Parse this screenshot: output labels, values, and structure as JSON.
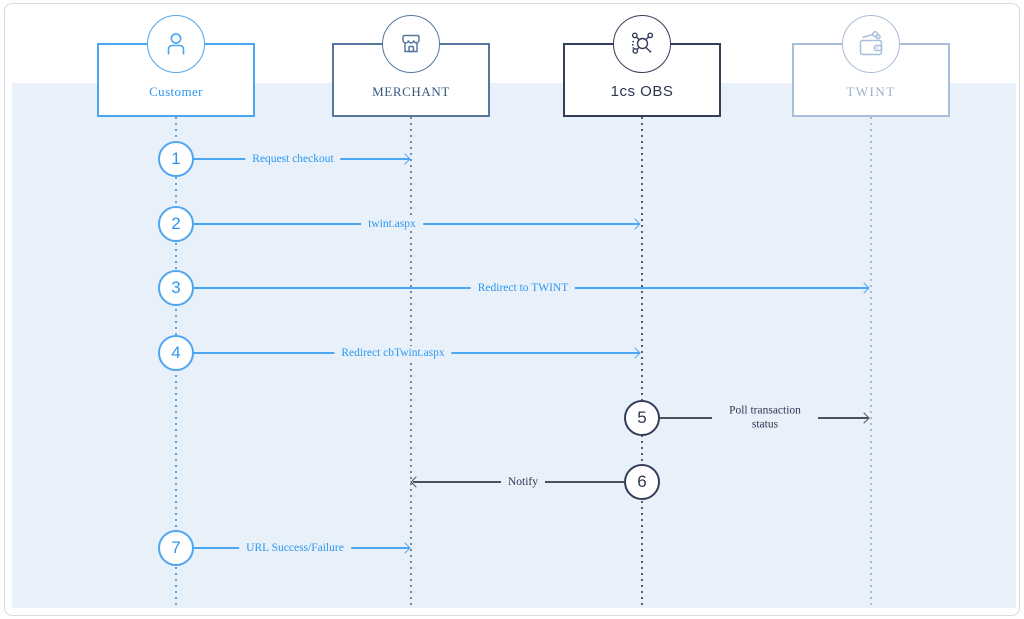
{
  "colors": {
    "panel": "#e8f0fa",
    "blue": "#4da6f2",
    "blueText": "#2e97f0",
    "steel": "#56789e",
    "steelText": "#36577e",
    "navy": "#343d59",
    "navyText": "#2f3650",
    "light": "#aabdd8",
    "lightText": "#9cb1ce",
    "darkLine": "#4a5160",
    "lifelineCustomer": "#4da6f2",
    "lifelineMerchant": "#78859c",
    "lifelineObs": "#555c6b",
    "lifelineTwint": "#aabdd8"
  },
  "actors": [
    {
      "name": "Customer",
      "icon": "person-icon"
    },
    {
      "name": "MERCHANT",
      "icon": "store-icon"
    },
    {
      "name": "1cs OBS",
      "icon": "network-icon"
    },
    {
      "name": "TWINT",
      "icon": "wallet-icon"
    }
  ],
  "steps": [
    {
      "number": "1",
      "label": "Request checkout",
      "from": "Customer",
      "to": "MERCHANT"
    },
    {
      "number": "2",
      "label": "twint.aspx",
      "from": "Customer",
      "to": "1cs OBS"
    },
    {
      "number": "3",
      "label": "Redirect to TWINT",
      "from": "Customer",
      "to": "TWINT"
    },
    {
      "number": "4",
      "label": "Redirect cbTwint.aspx",
      "from": "Customer",
      "to": "1cs OBS"
    },
    {
      "number": "5",
      "label": "Poll transaction status",
      "from": "1cs OBS",
      "to": "TWINT"
    },
    {
      "number": "6",
      "label": "Notify",
      "from": "1cs OBS",
      "to": "MERCHANT"
    },
    {
      "number": "7",
      "label": "URL Success/Failure",
      "from": "Customer",
      "to": "MERCHANT"
    }
  ]
}
